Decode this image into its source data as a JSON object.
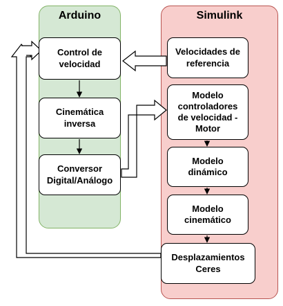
{
  "groups": {
    "arduino": {
      "title": "Arduino",
      "fill": "#d5e8d4",
      "stroke": "#82b366"
    },
    "simulink": {
      "title": "Simulink",
      "fill": "#f8cecc",
      "stroke": "#b85450"
    }
  },
  "nodes": {
    "control_velocidad": {
      "label": "Control de\nvelocidad"
    },
    "cinematica_inversa": {
      "label": "Cinemática\ninversa"
    },
    "conversor": {
      "label": "Conversor\nDigital/Análogo"
    },
    "velocidades_referencia": {
      "label": "Velocidades de\nreferencia"
    },
    "modelo_controladores": {
      "label": "Modelo\ncontroladores\nde velocidad -\nMotor"
    },
    "modelo_dinamico": {
      "label": "Modelo\ndinámico"
    },
    "modelo_cinematico": {
      "label": "Modelo\ncinemático"
    },
    "desplazamientos": {
      "label": "Desplazamientos\nCeres"
    }
  },
  "edges": [
    {
      "from": "velocidades_referencia",
      "to": "control_velocidad",
      "style": "hollow-arrow"
    },
    {
      "from": "control_velocidad",
      "to": "cinematica_inversa",
      "style": "arrow"
    },
    {
      "from": "cinematica_inversa",
      "to": "conversor",
      "style": "arrow"
    },
    {
      "from": "conversor",
      "to": "modelo_controladores",
      "style": "hollow-arrow"
    },
    {
      "from": "modelo_controladores",
      "to": "modelo_dinamico",
      "style": "arrow"
    },
    {
      "from": "modelo_dinamico",
      "to": "modelo_cinematico",
      "style": "arrow"
    },
    {
      "from": "modelo_cinematico",
      "to": "desplazamientos",
      "style": "arrow"
    },
    {
      "from": "desplazamientos",
      "to": "control_velocidad",
      "style": "hollow-arrow"
    }
  ]
}
